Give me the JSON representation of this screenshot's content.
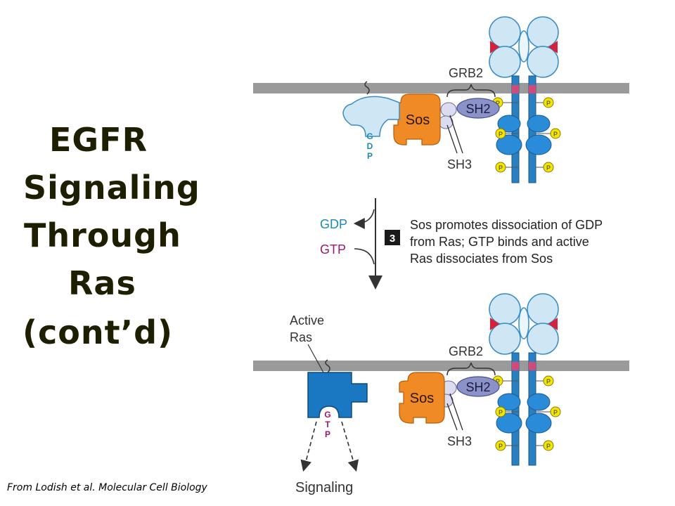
{
  "title": [
    "EGFR",
    "Signaling",
    "Through",
    "Ras",
    "(cont’d)"
  ],
  "citation": "From Lodish et al. Molecular Cell Biology",
  "top_panel": {
    "grb2": "GRB2",
    "sos": "Sos",
    "sh2": "SH2",
    "sh3": "SH3",
    "ras_nucleotide": [
      "G",
      "D",
      "P"
    ],
    "phospho": "P"
  },
  "step": {
    "number": "3",
    "released": "GDP",
    "bound": "GTP",
    "description": [
      "Sos promotes dissociation of GDP",
      "from Ras; GTP binds and active",
      "Ras dissociates from Sos"
    ]
  },
  "bottom_panel": {
    "active_ras": [
      "Active",
      "Ras"
    ],
    "grb2": "GRB2",
    "sos": "Sos",
    "sh2": "SH2",
    "sh3": "SH3",
    "ras_nucleotide": [
      "G",
      "T",
      "P"
    ],
    "output": "Signaling"
  },
  "colors": {
    "title": "#1e1e00",
    "membrane": "#9a9a9a",
    "ras": "#1a78c2",
    "sos": "#f08a24",
    "grb2": "#8a92c8",
    "receptor": "#2a7fc0",
    "ligand": "#cfe6f5",
    "phosphate": "#f2e600",
    "gdp_text": "#1a8ab8",
    "gtp_text": "#9a1a6a",
    "hinge": "#d8203a"
  }
}
